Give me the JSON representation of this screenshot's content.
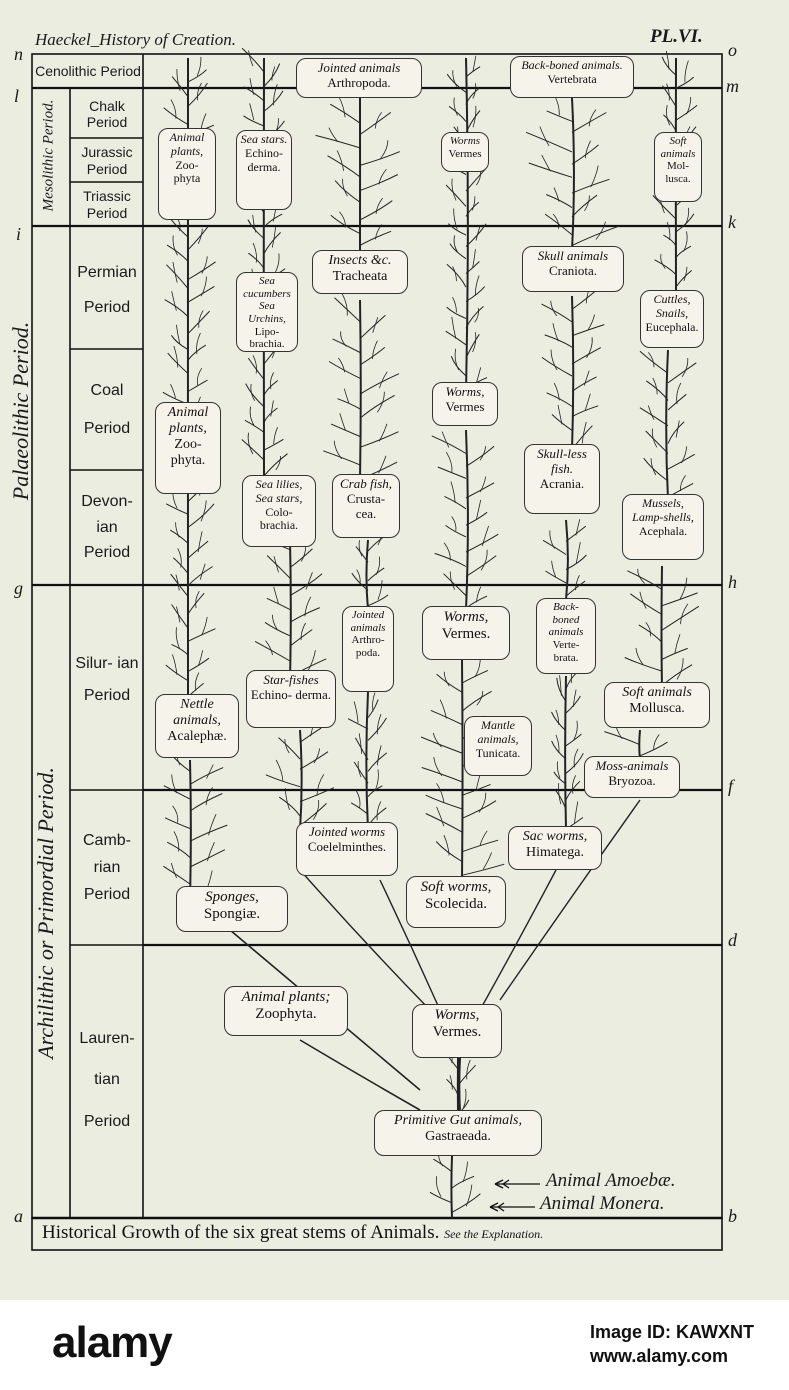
{
  "header": {
    "left": "Haeckel_History of Creation.",
    "right": "PL.VI."
  },
  "edge_letters": {
    "n": "n",
    "o": "o",
    "l": "l",
    "m": "m",
    "i": "i",
    "k": "k",
    "g": "g",
    "h": "h",
    "f": "f",
    "d": "d",
    "a": "a",
    "b": "b"
  },
  "eras": {
    "mesolithic": "Mesolithic Period.",
    "palaeolithic": "Palaeolithic Period.",
    "archilithic": "Archilithic or Primordial Period."
  },
  "periods": {
    "cenolithic": "Cenolithic Period",
    "chalk": "Chalk Period",
    "jurassic": "Jurassic Period",
    "triassic": "Triassic Period",
    "permian": "Permian Period",
    "coal": "Coal Period",
    "devonian": "Devon- ian Period",
    "silurian": "Silur- ian Period",
    "cambrian": "Camb- rian Period",
    "laurentian": "Lauren- tian Period"
  },
  "labels": {
    "zoo1": {
      "i": "Animal plants,",
      "t": "Zoo- phyta"
    },
    "echino1": {
      "i": "Sea stars.",
      "t": "Echino- derma."
    },
    "arthro_top": {
      "i": "Jointed animals",
      "t": "Arthropoda."
    },
    "vermes_top": {
      "i": "Worms",
      "t": "Vermes"
    },
    "vert_top": {
      "i": "Back-boned animals.",
      "t": "Vertebrata"
    },
    "moll_top": {
      "i": "Soft animals",
      "t": "Mol- lusca."
    },
    "tracheata": {
      "i": "Insects &c.",
      "t": "Tracheata"
    },
    "craniota": {
      "i": "Skull animals",
      "t": "Craniota."
    },
    "lipobrachia": {
      "i": "Sea cucumbers Sea Urchins,",
      "t": "Lipo- brachia."
    },
    "eucephala": {
      "i": "Cuttles, Snails,",
      "t": "Eucephala."
    },
    "vermes2": {
      "i": "Worms,",
      "t": "Vermes"
    },
    "zoo2": {
      "i": "Animal plants,",
      "t": "Zoo- phyta."
    },
    "colobrachia": {
      "i": "Sea lilies, Sea stars,",
      "t": "Colo- brachia."
    },
    "crustacea": {
      "i": "Crab fish,",
      "t": "Crusta- cea."
    },
    "acrania": {
      "i": "Skull-less fish.",
      "t": "Acrania."
    },
    "acephala": {
      "i": "Mussels, Lamp-shells,",
      "t": "Acephala."
    },
    "arthro2": {
      "i": "Jointed animals",
      "t": "Arthro- poda."
    },
    "vermes3": {
      "i": "Worms,",
      "t": "Vermes."
    },
    "vert2": {
      "i": "Back- boned animals",
      "t": "Verte- brata."
    },
    "acalephae": {
      "i": "Nettle animals,",
      "t": "Acalephæ."
    },
    "echino2": {
      "i": "Star-fishes",
      "t": "Echino- derma."
    },
    "mollusca2": {
      "i": "Soft animals",
      "t": "Mollusca."
    },
    "tunicata": {
      "i": "Mantle animals,",
      "t": "Tunicata."
    },
    "bryozoa": {
      "i": "Moss-animals",
      "t": "Bryozoa."
    },
    "coelelminthes": {
      "i": "Jointed worms",
      "t": "Coelelminthes."
    },
    "himatega": {
      "i": "Sac worms,",
      "t": "Himatega."
    },
    "spongiae": {
      "i": "Sponges,",
      "t": "Spongiæ."
    },
    "scolecida": {
      "i": "Soft worms,",
      "t": "Scolecida."
    },
    "zoophyta3": {
      "i": "Animal plants;",
      "t": "Zoophyta."
    },
    "vermes4": {
      "i": "Worms,",
      "t": "Vermes."
    },
    "gastraeada": {
      "i": "Primitive Gut animals,",
      "t": "Gastraeada."
    }
  },
  "arrows": {
    "amoebae": "Animal Amoebæ.",
    "monera": "Animal Monera."
  },
  "caption": {
    "main": "Historical Growth of the six great stems of Animals.",
    "note": "See the Explanation."
  },
  "watermark": {
    "logo": "alamy",
    "image_id": "Image ID: KAWXNT",
    "site": "www.alamy.com"
  }
}
